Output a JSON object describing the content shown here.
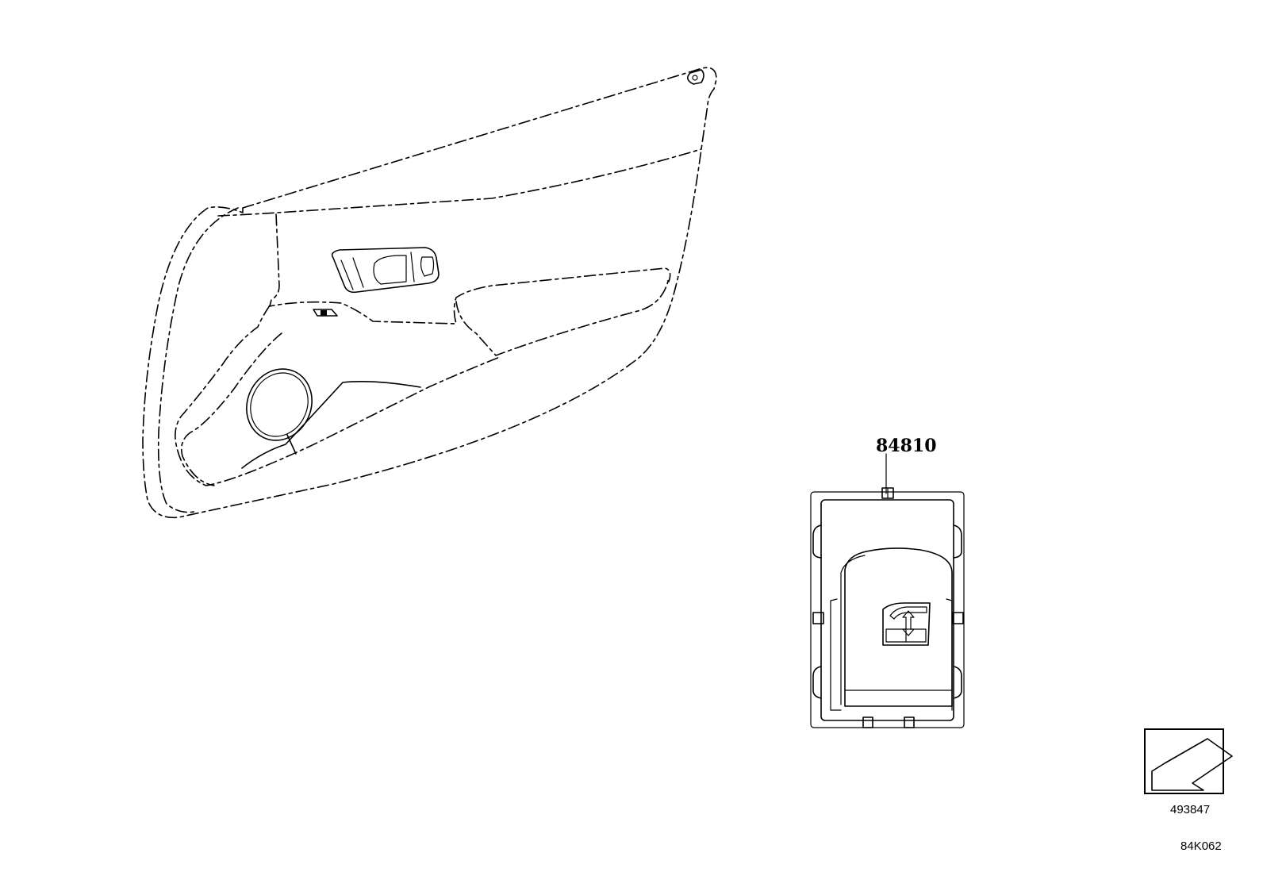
{
  "diagram": {
    "type": "parts-diagram",
    "subject": "front door trim panel and power window regulator switch",
    "parts": [
      {
        "id": "door-trim-panel",
        "label": ""
      },
      {
        "id": "power-window-switch",
        "label": "84810"
      }
    ],
    "view_icon_caption": "493847",
    "figure_code": "84K062",
    "colors": {
      "line": "#000000",
      "background": "#ffffff"
    }
  }
}
